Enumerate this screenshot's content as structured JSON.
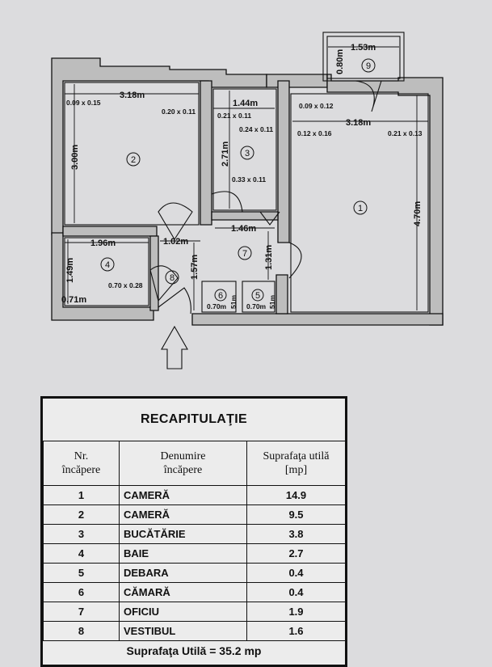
{
  "floor_plan": {
    "rooms": [
      {
        "number": "1"
      },
      {
        "number": "2"
      },
      {
        "number": "3"
      },
      {
        "number": "4"
      },
      {
        "number": "5"
      },
      {
        "number": "6"
      },
      {
        "number": "7"
      },
      {
        "number": "8"
      },
      {
        "number": "9"
      }
    ],
    "dimensions": {
      "r2_width": "3.18m",
      "r2_height": "3.00m",
      "r2_note_left": "0.09 x 0.15",
      "r2_note_right": "0.20 x 0.11",
      "r3_width": "1.44m",
      "r3_height": "2.71m",
      "r3_note_a": "0.21 x 0.11",
      "r3_note_b": "0.24 x 0.11",
      "r3_note_c": "0.33 x 0.11",
      "r1_width": "3.18m",
      "r1_height": "4.70m",
      "r1_note_a": "0.09 x 0.12",
      "r1_note_b": "0.12 x 0.16",
      "r1_note_c": "0.21 x 0.13",
      "balcony_width": "1.53m",
      "balcony_height": "0.80m",
      "r4_width": "1.96m",
      "r4_height": "1.49m",
      "r4_note": "0.70 x 0.28",
      "r4_bottom": "0.71m",
      "hall_width": "1.02m",
      "hall_height": "1.57m",
      "r7_width": "1.46m",
      "r7_height": "1.31m",
      "r6_width": "0.70m",
      "r6_depth": "51m",
      "r5_width": "0.70m",
      "r5_depth": "51m"
    }
  },
  "recap": {
    "title": "RECAPITULAŢIE",
    "headers": {
      "number": [
        "Nr.",
        "încăpere"
      ],
      "name": [
        "Denumire",
        "încăpere"
      ],
      "area": [
        "Suprafaţa utilă",
        "[mp]"
      ]
    },
    "rows": [
      {
        "nr": "1",
        "name": "CAMERĂ",
        "area": "14.9"
      },
      {
        "nr": "2",
        "name": "CAMERĂ",
        "area": "9.5"
      },
      {
        "nr": "3",
        "name": "BUCĂTĂRIE",
        "area": "3.8"
      },
      {
        "nr": "4",
        "name": "BAIE",
        "area": "2.7"
      },
      {
        "nr": "5",
        "name": "DEBARA",
        "area": "0.4"
      },
      {
        "nr": "6",
        "name": "CĂMARĂ",
        "area": "0.4"
      },
      {
        "nr": "7",
        "name": "OFICIU",
        "area": "1.9"
      },
      {
        "nr": "8",
        "name": "VESTIBUL",
        "area": "1.6"
      }
    ],
    "total": "Suprafaţa Utilă = 35.2 mp"
  }
}
